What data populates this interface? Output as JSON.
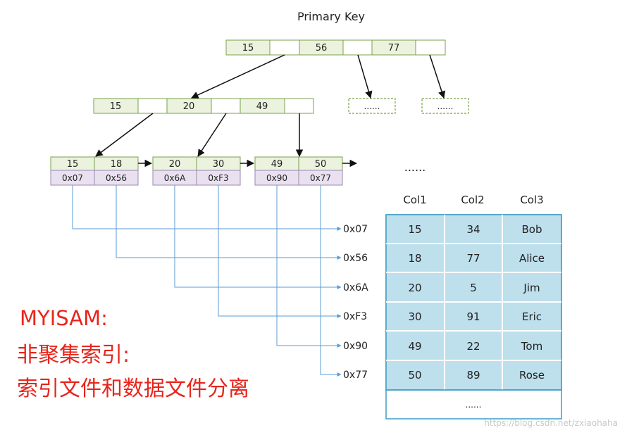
{
  "title": "Primary Key",
  "root": {
    "keys": [
      "15",
      "56",
      "77"
    ]
  },
  "level2": {
    "keys": [
      "15",
      "20",
      "49"
    ]
  },
  "placeholder_dots": "......",
  "ellipsis": "......",
  "leaves": [
    {
      "keys": [
        "15",
        "18"
      ],
      "addrs": [
        "0x07",
        "0x56"
      ]
    },
    {
      "keys": [
        "20",
        "30"
      ],
      "addrs": [
        "0x6A",
        "0xF3"
      ]
    },
    {
      "keys": [
        "49",
        "50"
      ],
      "addrs": [
        "0x90",
        "0x77"
      ]
    }
  ],
  "pointers": [
    "0x07",
    "0x56",
    "0x6A",
    "0xF3",
    "0x90",
    "0x77"
  ],
  "table": {
    "headers": [
      "Col1",
      "Col2",
      "Col3"
    ],
    "rows": [
      [
        "15",
        "34",
        "Bob"
      ],
      [
        "18",
        "77",
        "Alice"
      ],
      [
        "20",
        "5",
        "Jim"
      ],
      [
        "30",
        "91",
        "Eric"
      ],
      [
        "49",
        "22",
        "Tom"
      ],
      [
        "50",
        "89",
        "Rose"
      ]
    ],
    "more": "......"
  },
  "caption": {
    "line1": "MYISAM:",
    "line2": "非聚集索引:",
    "line3": "索引文件和数据文件分离"
  },
  "watermark": "https://blog.csdn.net/zxiaohaha",
  "colors": {
    "key_fill": "#ebf2dd",
    "key_stroke": "#7aa04d",
    "addr_fill": "#e9e1ef",
    "addr_stroke": "#9b87b5",
    "table_fill": "#bedfec",
    "table_stroke": "#3c9dc2",
    "link_line": "#5b9bd5",
    "caption_red": "#e8251c"
  }
}
